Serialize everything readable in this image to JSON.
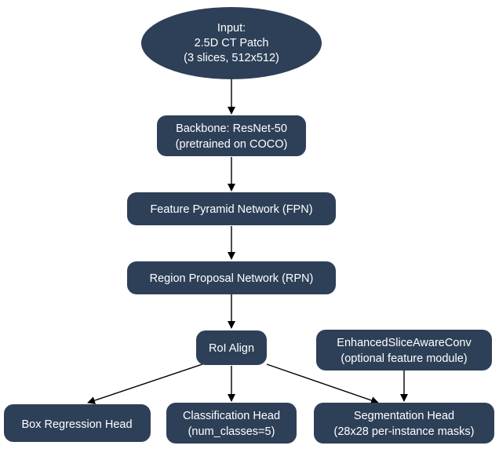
{
  "nodes": {
    "input": {
      "lines": [
        "Input:",
        "2.5D CT Patch",
        "(3 slices, 512x512)"
      ]
    },
    "backbone": {
      "lines": [
        "Backbone: ResNet-50",
        "(pretrained on COCO)"
      ]
    },
    "fpn": {
      "lines": [
        "Feature Pyramid Network (FPN)"
      ]
    },
    "rpn": {
      "lines": [
        "Region Proposal Network (RPN)"
      ]
    },
    "roi_align": {
      "lines": [
        "RoI Align"
      ]
    },
    "enhanced": {
      "lines": [
        "EnhancedSliceAwareConv",
        "(optional feature module)"
      ]
    },
    "box_head": {
      "lines": [
        "Box Regression Head"
      ]
    },
    "cls_head": {
      "lines": [
        "Classification Head",
        "(num_classes=5)"
      ]
    },
    "seg_head": {
      "lines": [
        "Segmentation Head",
        "(28x28 per-instance masks)"
      ]
    }
  },
  "edges": [
    [
      "input",
      "backbone"
    ],
    [
      "backbone",
      "fpn"
    ],
    [
      "fpn",
      "rpn"
    ],
    [
      "rpn",
      "roi_align"
    ],
    [
      "roi_align",
      "box_head"
    ],
    [
      "roi_align",
      "cls_head"
    ],
    [
      "roi_align",
      "seg_head"
    ],
    [
      "enhanced",
      "seg_head"
    ]
  ],
  "colors": {
    "node_fill": "#2e4058",
    "node_text": "#ffffff",
    "edge": "#000000"
  }
}
